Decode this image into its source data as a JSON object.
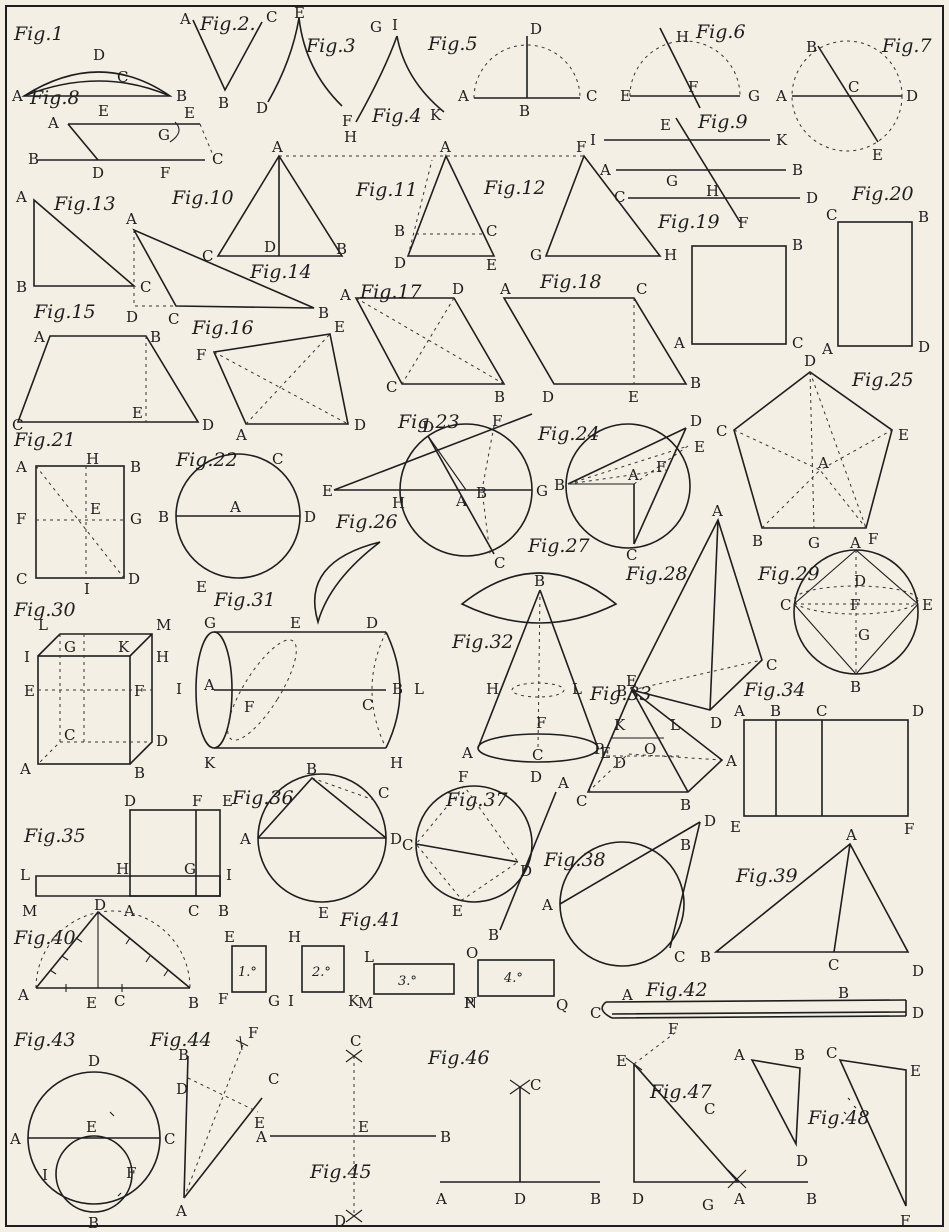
{
  "plate": {
    "figures": [
      {
        "id": "fig1",
        "label": "Fig.1",
        "points": [
          "A",
          "D",
          "C",
          "E",
          "B"
        ]
      },
      {
        "id": "fig2",
        "label": "Fig.2.",
        "points": [
          "A",
          "C",
          "B"
        ]
      },
      {
        "id": "fig3",
        "label": "Fig.3",
        "points": [
          "G",
          "E",
          "D",
          "F"
        ]
      },
      {
        "id": "fig4",
        "label": "Fig.4",
        "points": [
          "I",
          "H",
          "K"
        ]
      },
      {
        "id": "fig5",
        "label": "Fig.5",
        "points": [
          "D",
          "A",
          "B",
          "C"
        ]
      },
      {
        "id": "fig6",
        "label": "Fig.6",
        "points": [
          "H",
          "E",
          "F",
          "G"
        ]
      },
      {
        "id": "fig7",
        "label": "Fig.7",
        "points": [
          "B",
          "A",
          "C",
          "D",
          "E"
        ]
      },
      {
        "id": "fig8",
        "label": "Fig.8",
        "points": [
          "A",
          "E",
          "G",
          "B",
          "D",
          "F",
          "C"
        ]
      },
      {
        "id": "fig9",
        "label": "Fig.9",
        "points": [
          "I",
          "E",
          "K",
          "A",
          "G",
          "B",
          "C",
          "H",
          "D",
          "F"
        ]
      },
      {
        "id": "fig10",
        "label": "Fig.10",
        "points": [
          "A",
          "C",
          "D",
          "B"
        ]
      },
      {
        "id": "fig11",
        "label": "Fig.11",
        "points": [
          "A",
          "B",
          "C",
          "D",
          "E"
        ]
      },
      {
        "id": "fig12",
        "label": "Fig.12",
        "points": [
          "F",
          "G",
          "H"
        ]
      },
      {
        "id": "fig13",
        "label": "Fig.13",
        "points": [
          "A",
          "B",
          "C"
        ]
      },
      {
        "id": "fig14",
        "label": "Fig.14",
        "points": [
          "A",
          "D",
          "C",
          "B"
        ]
      },
      {
        "id": "fig15",
        "label": "Fig.15",
        "points": [
          "A",
          "B",
          "C",
          "E",
          "D"
        ]
      },
      {
        "id": "fig16",
        "label": "Fig.16",
        "points": [
          "F",
          "E",
          "A",
          "D"
        ]
      },
      {
        "id": "fig17",
        "label": "Fig.17",
        "points": [
          "A",
          "D",
          "C",
          "B"
        ]
      },
      {
        "id": "fig18",
        "label": "Fig.18",
        "points": [
          "A",
          "C",
          "D",
          "E",
          "B"
        ]
      },
      {
        "id": "fig19",
        "label": "Fig.19",
        "points": [
          "B",
          "A",
          "C"
        ]
      },
      {
        "id": "fig20",
        "label": "Fig.20",
        "points": [
          "C",
          "B",
          "A",
          "D"
        ]
      },
      {
        "id": "fig21",
        "label": "Fig.21",
        "points": [
          "A",
          "H",
          "B",
          "F",
          "E",
          "G",
          "C",
          "I",
          "D"
        ]
      },
      {
        "id": "fig22",
        "label": "Fig.22",
        "points": [
          "C",
          "B",
          "A",
          "D",
          "E"
        ]
      },
      {
        "id": "fig23",
        "label": "Fig.23",
        "points": [
          "D",
          "F",
          "E",
          "H",
          "A",
          "B",
          "G",
          "C"
        ]
      },
      {
        "id": "fig24",
        "label": "Fig.24",
        "points": [
          "D",
          "E",
          "B",
          "A",
          "F",
          "C"
        ]
      },
      {
        "id": "fig25",
        "label": "Fig.25",
        "points": [
          "D",
          "C",
          "E",
          "A",
          "B",
          "G",
          "F"
        ]
      },
      {
        "id": "fig26",
        "label": "Fig.26",
        "points": []
      },
      {
        "id": "fig27",
        "label": "Fig.27",
        "points": []
      },
      {
        "id": "fig28",
        "label": "Fig.28",
        "points": [
          "A",
          "B",
          "C",
          "D"
        ]
      },
      {
        "id": "fig29",
        "label": "Fig.29",
        "points": [
          "A",
          "D",
          "C",
          "F",
          "E",
          "G",
          "B"
        ]
      },
      {
        "id": "fig30",
        "label": "Fig.30",
        "points": [
          "L",
          "M",
          "I",
          "G",
          "K",
          "H",
          "E",
          "F",
          "C",
          "D",
          "A",
          "B"
        ]
      },
      {
        "id": "fig31",
        "label": "Fig.31",
        "points": [
          "G",
          "E",
          "D",
          "I",
          "A",
          "F",
          "C",
          "B",
          "L",
          "K",
          "H"
        ]
      },
      {
        "id": "fig32",
        "label": "Fig.32",
        "points": [
          "B",
          "H",
          "L",
          "F",
          "A",
          "C",
          "E",
          "D"
        ]
      },
      {
        "id": "fig33",
        "label": "Fig.33",
        "points": [
          "E",
          "K",
          "L",
          "P",
          "O",
          "D",
          "C",
          "A",
          "B"
        ]
      },
      {
        "id": "fig34",
        "label": "Fig.34",
        "points": [
          "A",
          "B",
          "C",
          "D",
          "E",
          "F"
        ]
      },
      {
        "id": "fig35",
        "label": "Fig.35",
        "points": [
          "D",
          "F",
          "E",
          "L",
          "H",
          "G",
          "I",
          "M",
          "A",
          "C",
          "B"
        ]
      },
      {
        "id": "fig36",
        "label": "Fig.36",
        "points": [
          "B",
          "C",
          "A",
          "D",
          "E"
        ]
      },
      {
        "id": "fig37",
        "label": "Fig.37",
        "points": [
          "F",
          "A",
          "C",
          "D",
          "E",
          "B"
        ]
      },
      {
        "id": "fig38",
        "label": "Fig.38",
        "points": [
          "B",
          "D",
          "A",
          "C"
        ]
      },
      {
        "id": "fig39",
        "label": "Fig.39",
        "points": [
          "A",
          "B",
          "C",
          "D"
        ]
      },
      {
        "id": "fig40",
        "label": "Fig.40",
        "points": [
          "D",
          "A",
          "E",
          "C",
          "B"
        ]
      },
      {
        "id": "fig41",
        "label": "Fig.41",
        "points": []
      },
      {
        "id": "fig42",
        "label": "Fig.42",
        "points": [
          "A",
          "B",
          "C",
          "D"
        ]
      },
      {
        "id": "fig43",
        "label": "Fig.43",
        "points": [
          "D",
          "A",
          "E",
          "C",
          "I",
          "F",
          "B"
        ]
      },
      {
        "id": "fig44",
        "label": "Fig.44",
        "points": [
          "F",
          "B",
          "C",
          "D",
          "E",
          "A"
        ]
      },
      {
        "id": "fig45",
        "label": "Fig.45",
        "points": [
          "C",
          "A",
          "E",
          "B",
          "D"
        ]
      },
      {
        "id": "fig46",
        "label": "Fig.46",
        "points": [
          "C",
          "A",
          "D",
          "B"
        ]
      },
      {
        "id": "fig47",
        "label": "Fig.47",
        "points": [
          "F",
          "E",
          "C",
          "D",
          "G",
          "A",
          "B"
        ]
      },
      {
        "id": "fig48",
        "label": "Fig.48",
        "points": [
          "A",
          "B",
          "C",
          "E",
          "D",
          "F"
        ]
      }
    ],
    "squares": [
      {
        "degree": "1.°",
        "corners": [
          "E",
          "F",
          "G"
        ]
      },
      {
        "degree": "2.°",
        "corners": [
          "H",
          "I",
          "K"
        ]
      },
      {
        "degree": "3.°",
        "corners": [
          "L",
          "M",
          "N"
        ]
      },
      {
        "degree": "4.°",
        "corners": [
          "O",
          "P",
          "Q"
        ]
      }
    ]
  }
}
